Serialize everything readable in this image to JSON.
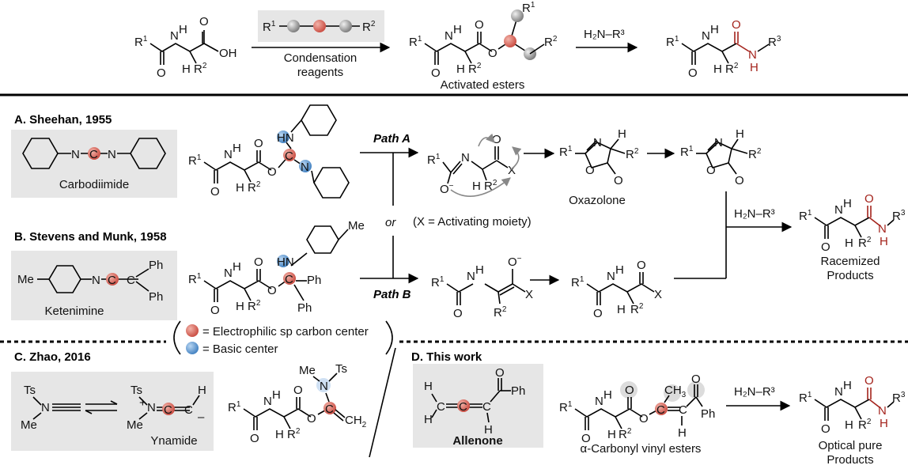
{
  "top": {
    "reagent_box_r1": "R",
    "reagent_box_r2": "R",
    "condensation_label_1": "Condensation",
    "condensation_label_2": "reagents",
    "activated_esters": "Activated esters",
    "amine_reagent": "H₂N–R³"
  },
  "sections": {
    "a_title": "A. Sheehan, 1955",
    "a_caption": "Carbodiimide",
    "b_title": "B. Stevens and Munk, 1958",
    "b_caption": "Ketenimine",
    "c_title": "C. Zhao, 2016",
    "c_caption": "Ynamide",
    "d_title": "D. This work",
    "d_caption": "Allenone",
    "d_product_caption": "α-Carbonyl vinyl esters"
  },
  "paths": {
    "path_a": "Path A",
    "path_b": "Path B",
    "or": "or",
    "x_note": "(X = Activating moiety)",
    "oxazolone": "Oxazolone",
    "amine": "H₂N–R³",
    "racemized_1": "Racemized",
    "racemized_2": "Products",
    "optical_1": "Optical pure",
    "optical_2": "Products"
  },
  "legend": {
    "electrophilic": "= Electrophilic sp carbon center",
    "basic": "= Basic center"
  },
  "colors": {
    "red_center": "#c94a3f",
    "blue_center": "#3f7fc0",
    "product_red": "#a4231c",
    "box_gray": "#e6e6e6"
  }
}
